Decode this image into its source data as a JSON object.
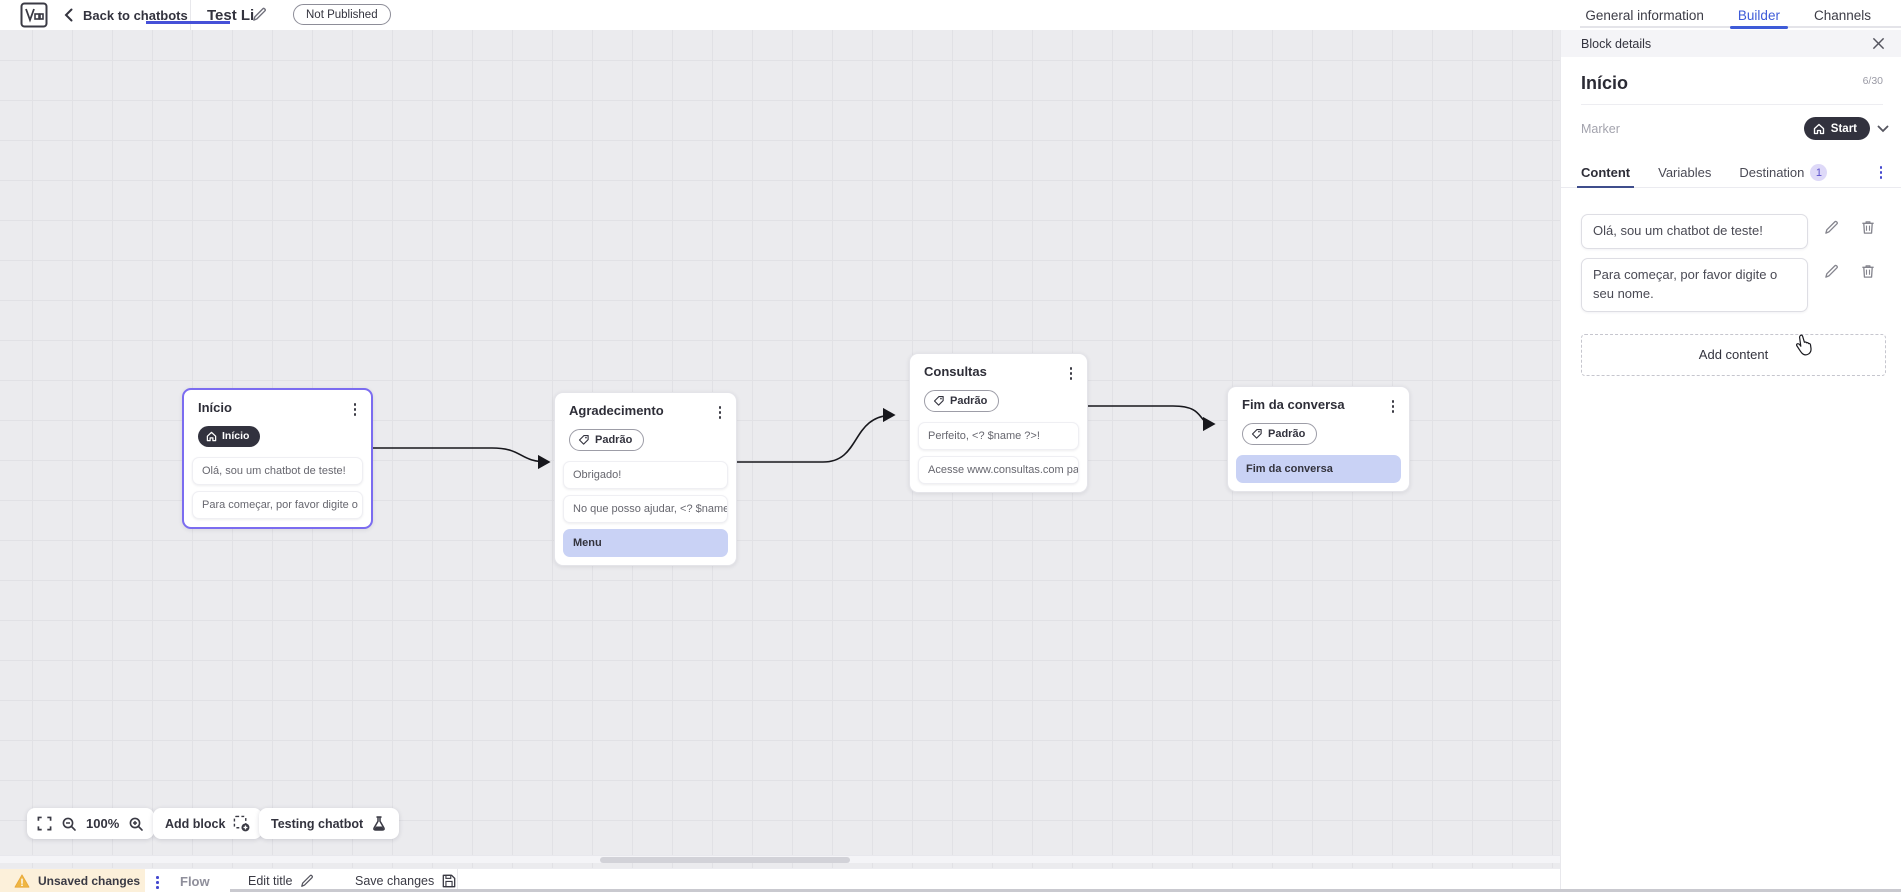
{
  "topbar": {
    "back_label": "Back to chatbots",
    "title": "Test Li",
    "status_badge": "Not Published",
    "tabs": [
      {
        "label": "General information",
        "active": false
      },
      {
        "label": "Builder",
        "active": true
      },
      {
        "label": "Channels",
        "active": false
      }
    ]
  },
  "panel": {
    "header": "Block details",
    "block_name": "Início",
    "char_counter": "6/30",
    "marker_label": "Marker",
    "marker_value": "Start",
    "tabs": [
      {
        "label": "Content",
        "active": true
      },
      {
        "label": "Variables",
        "active": false
      },
      {
        "label": "Destination",
        "active": false,
        "badge": "1"
      }
    ],
    "contents": [
      "Olá, sou um chatbot de teste!",
      "Para começar, por favor digite o seu nome."
    ],
    "add_content_label": "Add content"
  },
  "canvas": {
    "zoom_level": "100%",
    "add_block_label": "Add block",
    "testing_label": "Testing chatbot",
    "blocks": [
      {
        "title": "Início",
        "marker": "Início",
        "cards": [
          {
            "text": "Olá, sou um chatbot de teste!"
          },
          {
            "text": "Para começar, por favor digite o ..."
          }
        ]
      },
      {
        "title": "Agradecimento",
        "tag": "Padrão",
        "cards": [
          {
            "text": "Obrigado!"
          },
          {
            "text": "No que posso ajudar, <? $name ..."
          },
          {
            "text": "Menu"
          }
        ]
      },
      {
        "title": "Consultas",
        "tag": "Padrão",
        "cards": [
          {
            "text": "Perfeito, <? $name ?>!"
          },
          {
            "text": "Acesse www.consultas.com par..."
          }
        ]
      },
      {
        "title": "Fim da conversa",
        "tag": "Padrão",
        "cards": [
          {
            "text": "Fim da conversa"
          }
        ]
      }
    ]
  },
  "bottombar": {
    "unsaved_label": "Unsaved changes",
    "flow_tab": "Flow",
    "edit_title_label": "Edit title",
    "save_label": "Save changes"
  },
  "colors": {
    "accent_blue": "#3e5bd8",
    "flow_underline": "#4650d8",
    "content_tab_underline": "#3f4d8c",
    "selected_block_border": "#7b6cf0",
    "menu_card_bg": "#c9d2f5",
    "dark_pill_bg": "#32323e",
    "warning_bg": "#fcf0da",
    "warning_icon": "#efb643"
  }
}
